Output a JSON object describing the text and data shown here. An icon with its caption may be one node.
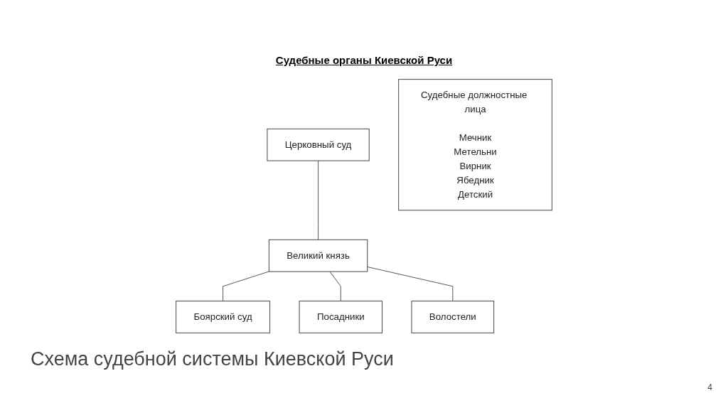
{
  "diagram": {
    "title": "Судебные органы Киевской Руси",
    "caption": "Схема судебной системы Киевской Руси",
    "nodes": [
      {
        "text": [
          "Церковный суд"
        ]
      },
      {
        "text": [
          "Великий князь"
        ]
      },
      {
        "text": [
          "Боярский суд"
        ]
      },
      {
        "text": [
          "Посадники"
        ]
      },
      {
        "text": [
          "Судебные должностные лица",
          "Мечник",
          "Метельни",
          "Вирник",
          "Ябедник",
          "Детский"
        ]
      },
      {
        "text": [
          "Волостели"
        ]
      }
    ],
    "edges": [
      {
        "from": 0,
        "to": 1,
        "arrow": "none"
      },
      {
        "from": 1,
        "to": 2,
        "arrow": "none"
      },
      {
        "from": 1,
        "to": 3,
        "arrow": "none"
      },
      {
        "from": 1,
        "to": 5,
        "arrow": "none"
      }
    ],
    "labels": [
      "4"
    ]
  }
}
